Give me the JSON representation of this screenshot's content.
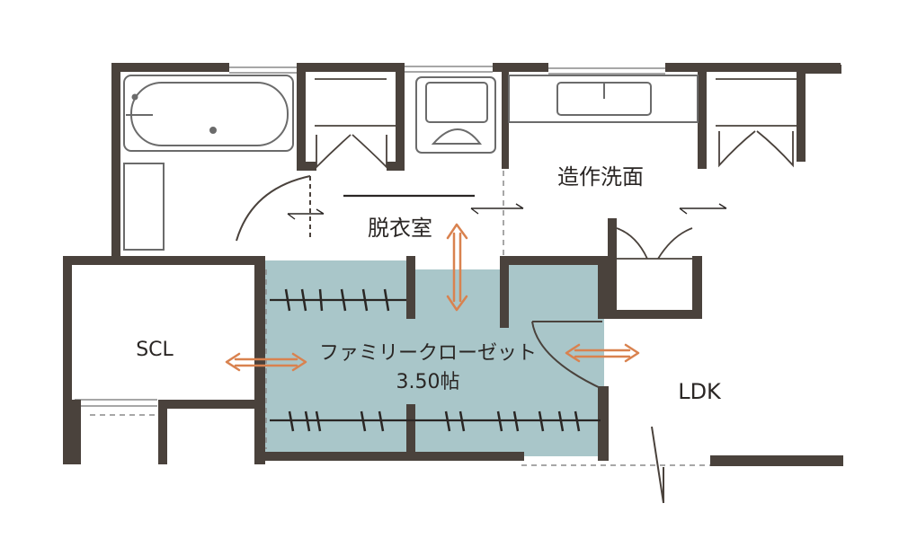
{
  "rooms": {
    "dressing_room": "脱衣室",
    "vanity": "造作洗面",
    "scl": "SCL",
    "family_closet": "ファミリークローゼット",
    "family_closet_area": "3.50帖",
    "ldk": "LDK"
  },
  "colors": {
    "wall": "#4a423c",
    "closet_fill": "#a9c6c9",
    "arrow": "#d9824f",
    "fixture_line": "#6b6b6b",
    "fixture_fill": "#ffffff"
  }
}
